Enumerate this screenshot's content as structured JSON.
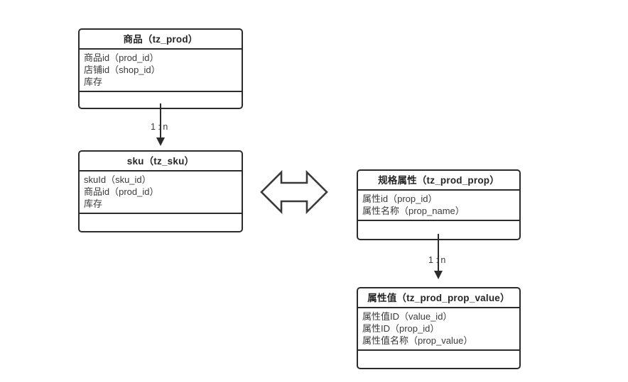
{
  "diagram": {
    "title_hidden": "",
    "background_color": "#ffffff",
    "line_color": "#2b2b2b",
    "text_color": "#3a3a3a",
    "entities": [
      {
        "id": "prod",
        "title": "商品（tz_prod）",
        "attributes": [
          "商品id（prod_id）",
          "店铺id（shop_id）",
          "库存"
        ],
        "methods": []
      },
      {
        "id": "sku",
        "title": "sku（tz_sku）",
        "attributes": [
          "skuId（sku_id）",
          "商品id（prod_id）",
          "库存"
        ],
        "methods": []
      },
      {
        "id": "prop",
        "title": "规格属性（tz_prod_prop）",
        "attributes": [
          "属性id（prop_id）",
          "属性名称（prop_name）"
        ],
        "methods": []
      },
      {
        "id": "prop_value",
        "title": "属性值（tz_prod_prop_value）",
        "attributes": [
          "属性值ID（value_id）",
          "属性ID（prop_id）",
          "属性值名称（prop_value）"
        ],
        "methods": []
      }
    ],
    "connectors": [
      {
        "id": "prod-sku",
        "from": "prod",
        "to": "sku",
        "label": "1 : n",
        "arrow": "down-filled-triangle"
      },
      {
        "id": "prop-value",
        "from": "prop",
        "to": "prop_value",
        "label": "1 : n",
        "arrow": "down-filled-triangle"
      },
      {
        "id": "sku-prop",
        "from": "sku",
        "to": "prop",
        "label": "",
        "arrow": "hollow-double-headed-horizontal"
      }
    ]
  }
}
